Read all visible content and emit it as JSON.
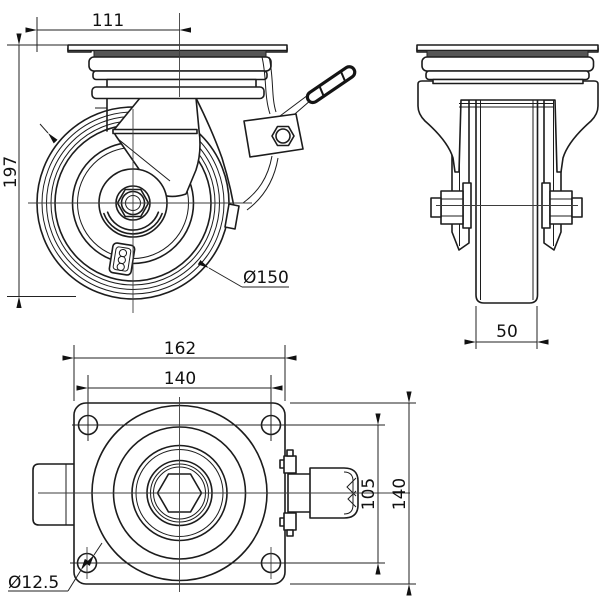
{
  "drawing": {
    "title": "swivel caster with brake - three view technical drawing",
    "colors": {
      "background": "#ffffff",
      "line": "#1c1c1c",
      "shaded_band": "#555555",
      "text": "#111111"
    },
    "views": {
      "front": {
        "name": "front view",
        "dims": {
          "plate_offset": "111",
          "overall_height": "197",
          "wheel_diameter": "Ø150"
        }
      },
      "side": {
        "name": "side view",
        "dims": {
          "wheel_width": "50"
        }
      },
      "plan": {
        "name": "bottom plate view",
        "dims": {
          "plate_length": "162",
          "bolt_pattern_length": "140",
          "bolt_pattern_width": "105",
          "plate_width": "140",
          "bolt_hole_diameter": "Ø12.5"
        }
      }
    }
  }
}
